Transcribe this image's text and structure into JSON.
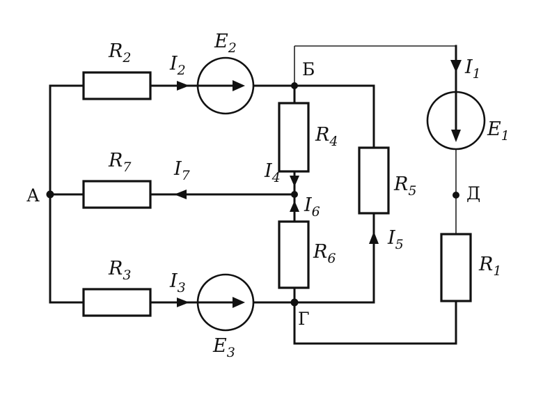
{
  "nodes": {
    "A": "А",
    "B": "Б",
    "G": "Г",
    "D": "Д"
  },
  "resistors": {
    "R1": {
      "letter": "R",
      "index": "1"
    },
    "R2": {
      "letter": "R",
      "index": "2"
    },
    "R3": {
      "letter": "R",
      "index": "3"
    },
    "R4": {
      "letter": "R",
      "index": "4"
    },
    "R5": {
      "letter": "R",
      "index": "5"
    },
    "R6": {
      "letter": "R",
      "index": "6"
    },
    "R7": {
      "letter": "R",
      "index": "7"
    }
  },
  "sources": {
    "E1": {
      "letter": "E",
      "index": "1"
    },
    "E2": {
      "letter": "E",
      "index": "2"
    },
    "E3": {
      "letter": "E",
      "index": "3"
    }
  },
  "currents": {
    "I1": {
      "letter": "I",
      "index": "1"
    },
    "I2": {
      "letter": "I",
      "index": "2"
    },
    "I3": {
      "letter": "I",
      "index": "3"
    },
    "I4": {
      "letter": "I",
      "index": "4"
    },
    "I5": {
      "letter": "I",
      "index": "5"
    },
    "I6": {
      "letter": "I",
      "index": "6"
    },
    "I7": {
      "letter": "I",
      "index": "7"
    }
  }
}
